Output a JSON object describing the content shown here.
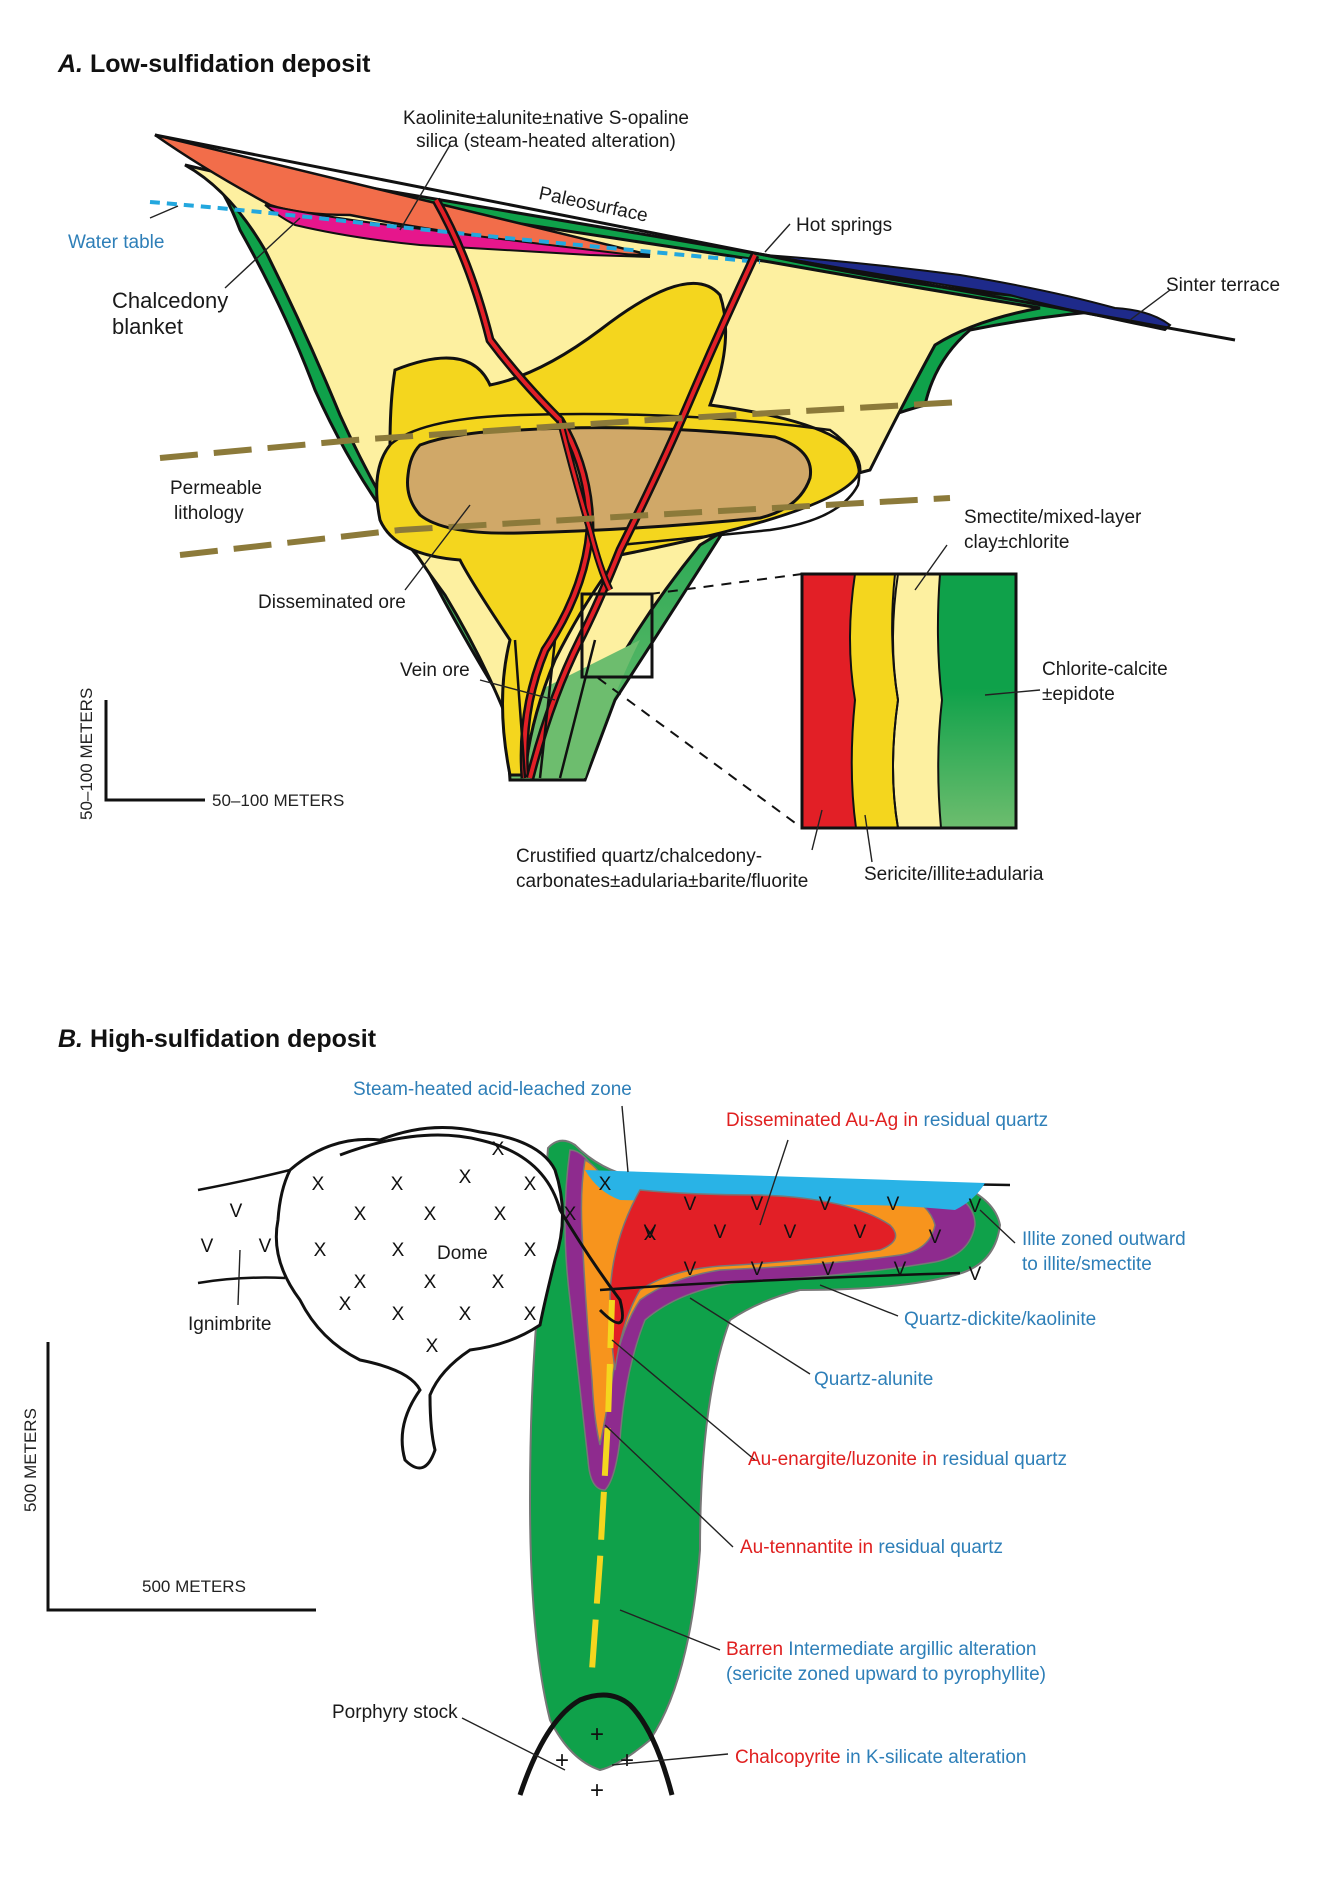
{
  "panel_a": {
    "title_letter": "A.",
    "title_text": " Low-sulfidation deposit",
    "labels": {
      "kaolinite_1": "Kaolinite±alunite±native S-opaline",
      "kaolinite_2": "silica (steam-heated alteration)",
      "paleosurface": "Paleosurface",
      "water_table": "Water table",
      "hot_springs": "Hot springs",
      "sinter_terrace": "Sinter terrace",
      "chalcedony_1": "Chalcedony",
      "chalcedony_2": "blanket",
      "permeable_1": "Permeable",
      "permeable_2": "lithology",
      "smectite_1": "Smectite/mixed-layer",
      "smectite_2": "clay±chlorite",
      "disseminated_ore": "Disseminated ore",
      "vein_ore": "Vein ore",
      "chlorite_1": "Chlorite-calcite",
      "chlorite_2": "±epidote",
      "crustified_1": "Crustified quartz/chalcedony-",
      "crustified_2": "carbonates±adularia±barite/fluorite",
      "sericite": "Sericite/illite±adularia"
    },
    "scale": {
      "vertical": "50–100 METERS",
      "horizontal": "50–100 METERS"
    }
  },
  "panel_b": {
    "title_letter": "B.",
    "title_text": " High-sulfidation deposit",
    "labels": {
      "steam_heated": "Steam-heated acid-leached zone",
      "diss_red": "Disseminated Au-Ag in",
      "diss_blue": " residual quartz",
      "illite_1": "Illite zoned outward",
      "illite_2": "to illite/smectite",
      "dome": "Dome",
      "ignimbrite": "Ignimbrite",
      "quartz_dickite": "Quartz-dickite/kaolinite",
      "quartz_alunite": "Quartz-alunite",
      "enargite_red": "Au-enargite/luzonite in",
      "enargite_blue": " residual quartz",
      "tennantite_red": "Au-tennantite in",
      "tennantite_blue": " residual quartz",
      "barren_red": "Barren",
      "barren_blue": " Intermediate argillic alteration",
      "barren_2": "(sericite zoned upward to pyrophyllite)",
      "porphyry": "Porphyry stock",
      "chalco_red": "Chalcopyrite",
      "chalco_blue": " in K-silicate alteration"
    },
    "symbols": {
      "ignimbrite": "V",
      "dome": "X",
      "porphyry": "+"
    },
    "scale": {
      "vertical": "500 METERS",
      "horizontal": "500 METERS"
    }
  },
  "colors": {
    "green": "#0fa14a",
    "light_green": "#66b96a",
    "pale_yellow": "#fdf0a0",
    "yellow": "#f4d61e",
    "tan": "#d0a868",
    "red": "#e21f26",
    "magenta": "#e6168c",
    "salmon": "#f26d4a",
    "navy": "#1e2a8a",
    "water_blue": "#23a7de",
    "olive": "#8c7a3a",
    "purple": "#8e2b8e",
    "orange": "#f7941d",
    "sky": "#29b3e6"
  }
}
